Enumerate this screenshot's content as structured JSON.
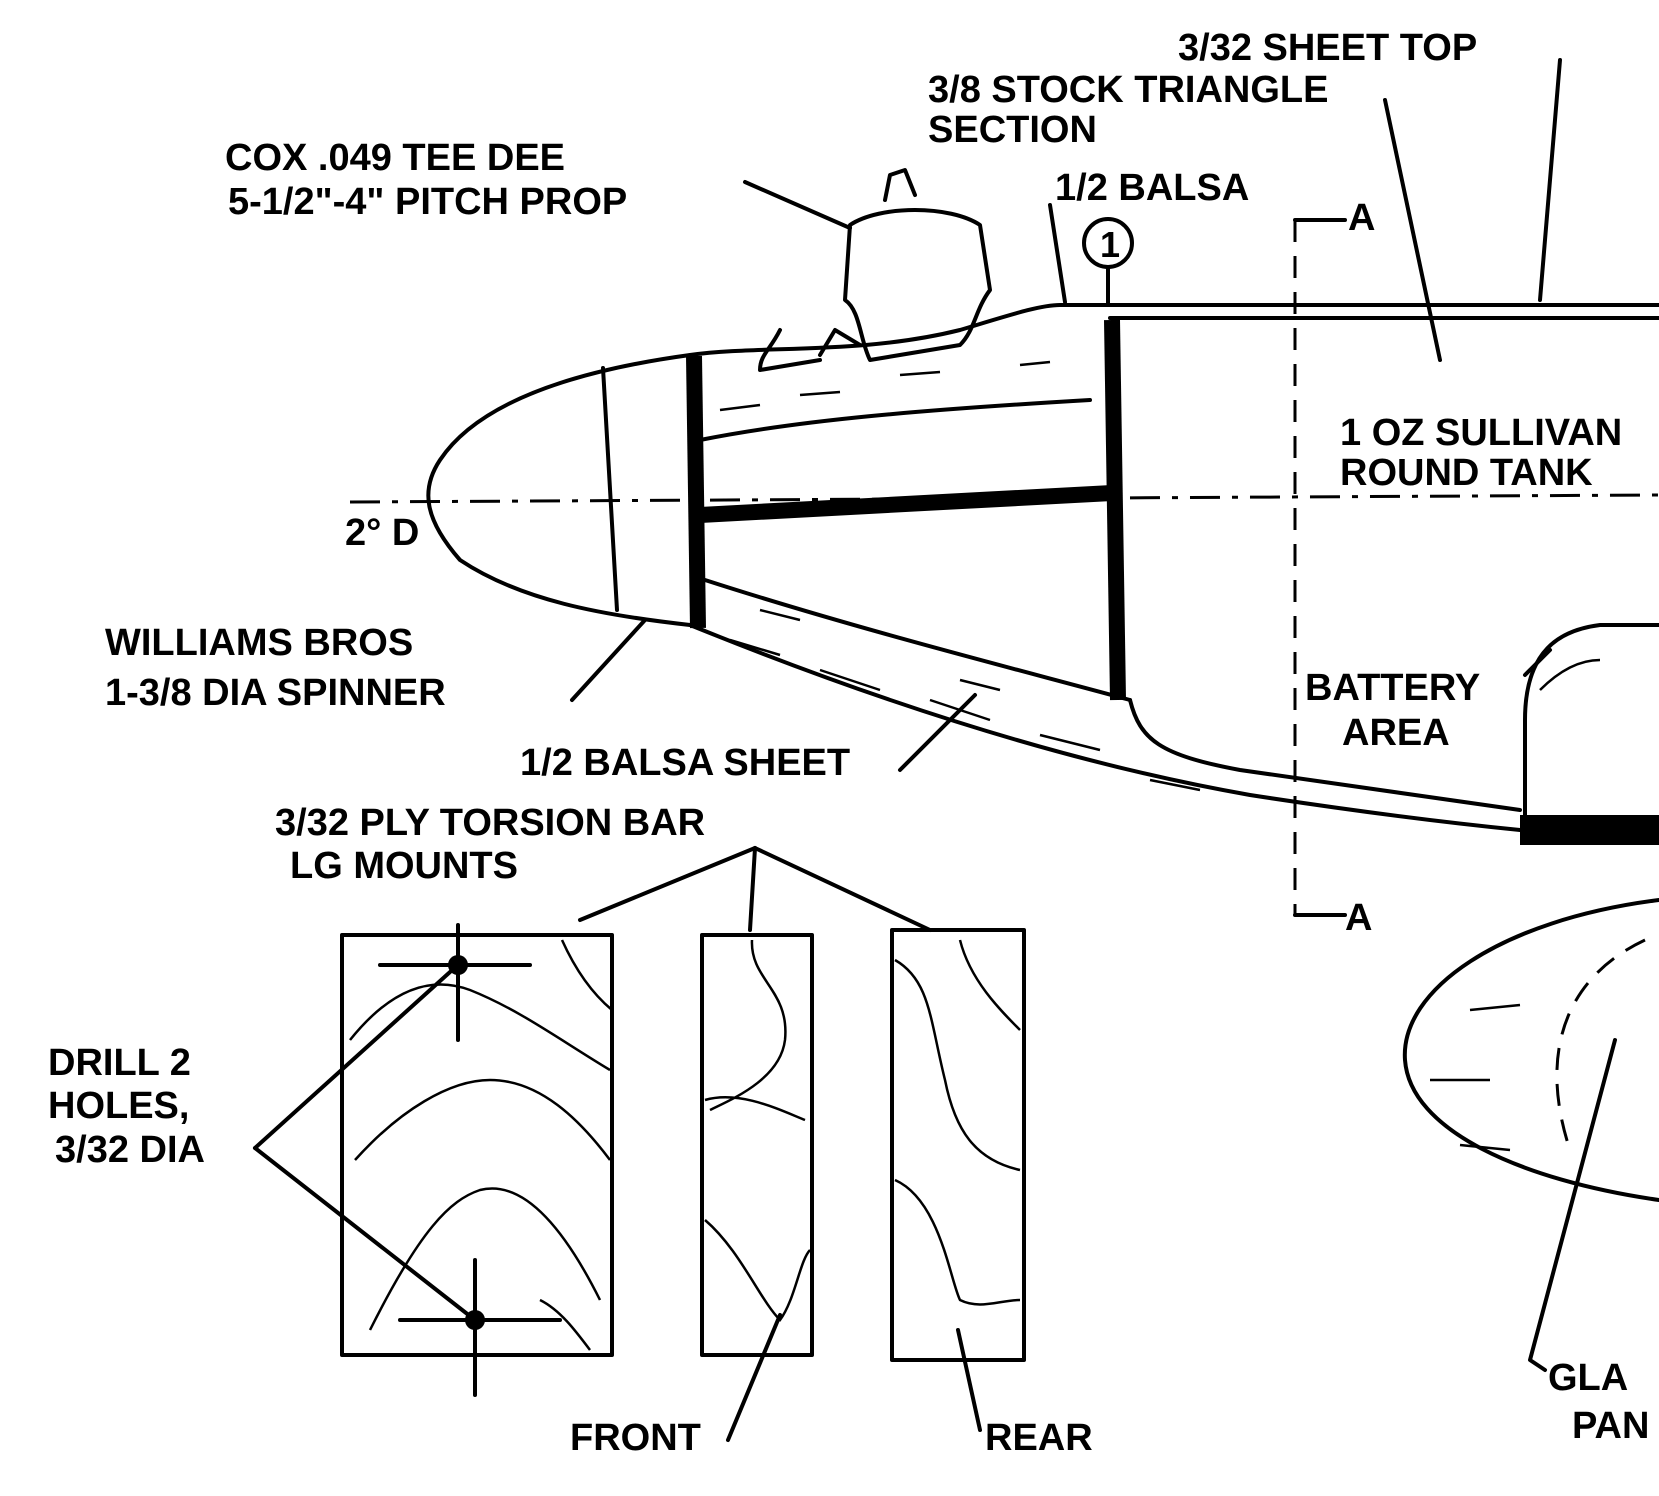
{
  "labels": {
    "sheet_top": "3/32 SHEET TOP",
    "stock_triangle_1": "3/8 STOCK TRIANGLE",
    "stock_triangle_2": "SECTION",
    "engine_1": "COX .049 TEE DEE",
    "engine_2": "5-1/2\"-4\" PITCH PROP",
    "half_balsa": "1/2 BALSA",
    "former_number": "1",
    "section_a_top": "A",
    "section_a_bottom": "A",
    "tank_1": "1 OZ SULLIVAN",
    "tank_2": "ROUND TANK",
    "downthrust": "2° D",
    "spinner_1": "WILLIAMS BROS",
    "spinner_2": "1-3/8 DIA SPINNER",
    "battery_1": "BATTERY",
    "battery_2": "AREA",
    "balsa_sheet": "1/2 BALSA SHEET",
    "torsion_1": "3/32 PLY TORSION BAR",
    "torsion_2": "LG MOUNTS",
    "drill_1": "DRILL 2",
    "drill_2": "HOLES,",
    "drill_3": "3/32 DIA",
    "front": "FRONT",
    "rear": "REAR",
    "glass_1": "GLA",
    "glass_2": "PAN"
  }
}
